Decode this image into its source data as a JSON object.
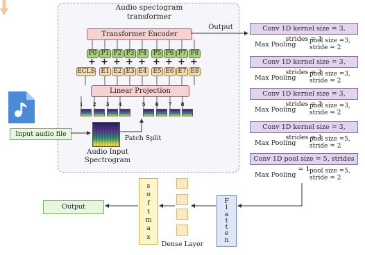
{
  "transformer": {
    "title_line1": "Audio spectogram",
    "title_line2": "transformer",
    "encoder_label": "Transformer Encoder",
    "projection_label": "Linear Projection",
    "positions": [
      "P0",
      "P1",
      "P2",
      "P3",
      "P4",
      "P5",
      "P6",
      "P7",
      "P8"
    ],
    "embeddings": [
      "ECLS",
      "E1",
      "E2",
      "E3",
      "E4",
      "E5",
      "E6",
      "E7",
      "E8"
    ],
    "patch_numbers": [
      "1",
      "2",
      "3",
      "4",
      "5",
      "6",
      "7",
      "8"
    ],
    "patch_split_label": "Patch Split",
    "spectrogram_label_line1": "Audio Input",
    "spectrogram_label_line2": "Spectrogram",
    "output_label": "Output"
  },
  "input": {
    "label": "Input audio file"
  },
  "conv_stack": {
    "blocks": [
      "Conv 1D kernel size = 3, strides = 1",
      "Conv 1D kernel size = 3, strides = 1",
      "Conv 1D kernel size = 3, strides = 1",
      "Conv 1D kernel size = 3, strides = 1",
      "Conv 1D pool size = 5, strides = 1"
    ],
    "pool_label": "Max Pooling",
    "pool_params": [
      [
        "pool size =3,",
        "stride = 2"
      ],
      [
        "pool size =3,",
        "stride = 2"
      ],
      [
        "pool size =3,",
        "stride = 2"
      ],
      [
        "pool size =5,",
        "stride = 2"
      ],
      [
        "pool size =5,",
        "stride = 2"
      ]
    ]
  },
  "classifier": {
    "flatten_letters": [
      "F",
      "l",
      "a",
      "t",
      "t",
      "e",
      "n"
    ],
    "dense_label": "Dense Layer",
    "softmax_letters": [
      "s",
      "o",
      "f",
      "t",
      "m",
      "a",
      "x"
    ],
    "output_label": "Output"
  },
  "colors": {
    "encoder_fill": "#f6d2d2",
    "position_fill": "#a9cf7a",
    "embedding_fill": "#f5dbb0",
    "conv_fill": "#e3d3ef",
    "pool_arrow": "#f2c8a0",
    "flatten_fill": "#dde7f7",
    "softmax_fill": "#fff6c8",
    "output_fill": "#e6f6df"
  }
}
